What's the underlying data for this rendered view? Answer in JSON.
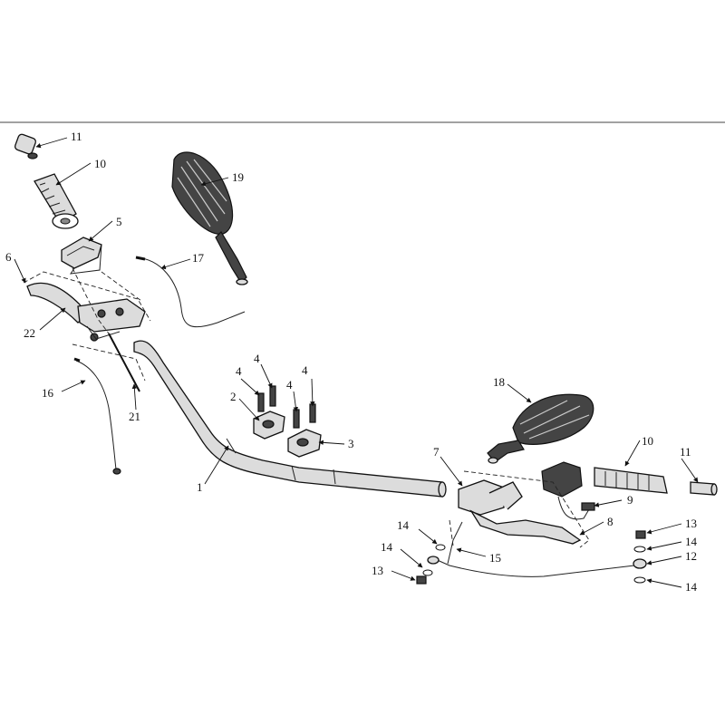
{
  "callouts": [
    {
      "id": "c11a",
      "text": "11",
      "name": "callout-11-grip-end-left"
    },
    {
      "id": "c10a",
      "text": "10",
      "name": "callout-10-grip-left"
    },
    {
      "id": "c5",
      "text": "5",
      "name": "callout-5-clamp"
    },
    {
      "id": "c19",
      "text": "19",
      "name": "callout-19-mirror-left"
    },
    {
      "id": "c6",
      "text": "6",
      "name": "callout-6-lever-assembly-left"
    },
    {
      "id": "c17",
      "text": "17",
      "name": "callout-17-cable"
    },
    {
      "id": "c22",
      "text": "22",
      "name": "callout-22-lever-left"
    },
    {
      "id": "c16",
      "text": "16",
      "name": "callout-16-cable"
    },
    {
      "id": "c21",
      "text": "21",
      "name": "callout-21-rod"
    },
    {
      "id": "c4a",
      "text": "4",
      "name": "callout-4-bolt-a"
    },
    {
      "id": "c4b",
      "text": "4",
      "name": "callout-4-bolt-b"
    },
    {
      "id": "c4c",
      "text": "4",
      "name": "callout-4-bolt-c"
    },
    {
      "id": "c4d",
      "text": "4",
      "name": "callout-4-bolt-d"
    },
    {
      "id": "c2",
      "text": "2",
      "name": "callout-2-holder-upper"
    },
    {
      "id": "c3",
      "text": "3",
      "name": "callout-3-holder-lower"
    },
    {
      "id": "c1",
      "text": "1",
      "name": "callout-1-handlebar"
    },
    {
      "id": "c18",
      "text": "18",
      "name": "callout-18-mirror-right"
    },
    {
      "id": "c7",
      "text": "7",
      "name": "callout-7-master-cylinder"
    },
    {
      "id": "c10b",
      "text": "10",
      "name": "callout-10-grip-right"
    },
    {
      "id": "c11b",
      "text": "11",
      "name": "callout-11-grip-end-right"
    },
    {
      "id": "c9",
      "text": "9",
      "name": "callout-9-switch-wire"
    },
    {
      "id": "c8",
      "text": "8",
      "name": "callout-8-lever-right"
    },
    {
      "id": "c13a",
      "text": "13",
      "name": "callout-13-bolt-right"
    },
    {
      "id": "c14a",
      "text": "14",
      "name": "callout-14-washer-right-upper"
    },
    {
      "id": "c12",
      "text": "12",
      "name": "callout-12-hose-joint"
    },
    {
      "id": "c14b",
      "text": "14",
      "name": "callout-14-washer-right-lower"
    },
    {
      "id": "c14c",
      "text": "14",
      "name": "callout-14-washer-left-upper"
    },
    {
      "id": "c14d",
      "text": "14",
      "name": "callout-14-washer-left-lower"
    },
    {
      "id": "c15",
      "text": "15",
      "name": "callout-15-hose"
    },
    {
      "id": "c13b",
      "text": "13",
      "name": "callout-13-bolt-left"
    }
  ]
}
